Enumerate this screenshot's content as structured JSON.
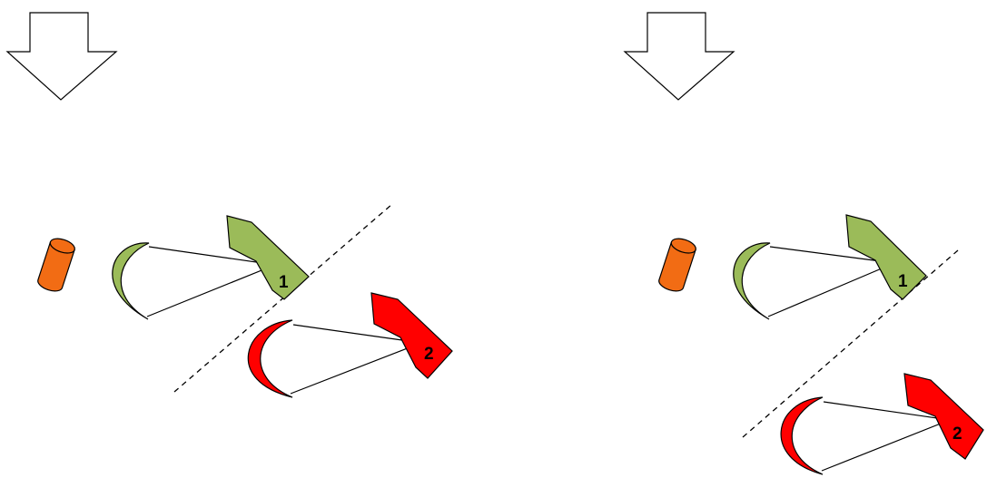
{
  "panels": [
    {
      "id": "left",
      "boat_1": {
        "number": "1",
        "color": "#9bbb59"
      },
      "boat_2": {
        "number": "2",
        "color": "#ff0000"
      },
      "mark_color": "#f26c14",
      "wind_icon": "down-arrow-icon"
    },
    {
      "id": "right",
      "boat_1": {
        "number": "1",
        "color": "#9bbb59"
      },
      "boat_2": {
        "number": "2",
        "color": "#ff0000"
      },
      "mark_color": "#f26c14",
      "wind_icon": "down-arrow-icon"
    }
  ]
}
